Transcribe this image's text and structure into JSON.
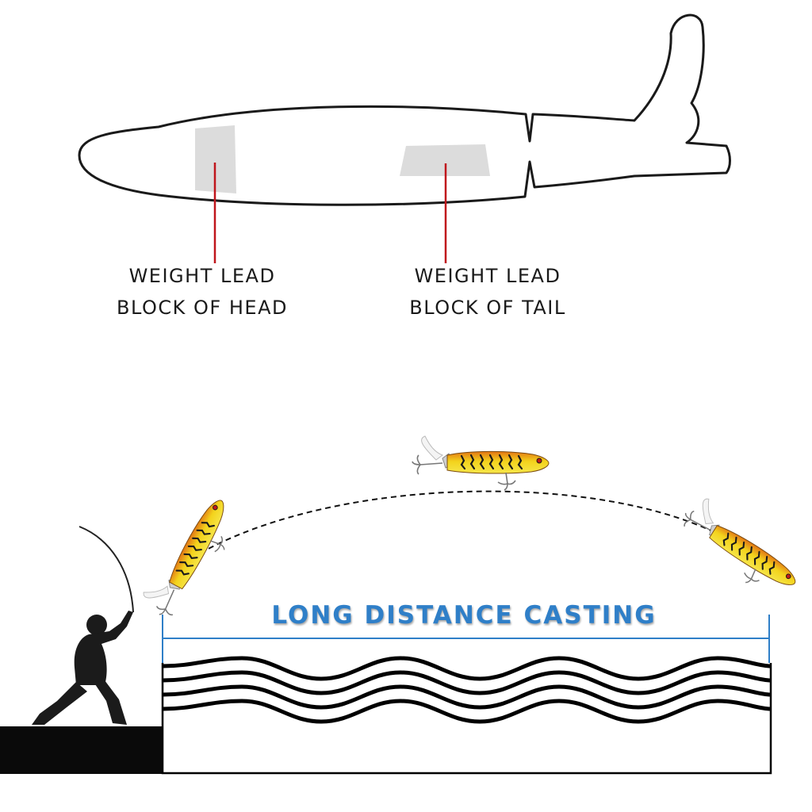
{
  "labels": {
    "head_line1": "WEIGHT LEAD",
    "head_line2": "BLOCK OF HEAD",
    "tail_line1": "WEIGHT LEAD",
    "tail_line2": "BLOCK OF TAIL"
  },
  "casting": {
    "title": "LONG DISTANCE CASTING"
  },
  "colors": {
    "title_blue": "#2f7fc8",
    "pointer_red": "#c0161c",
    "weight_block_gray": "#dcdcdc",
    "lure_yellow": "#f2d21a",
    "lure_orange": "#e0701a",
    "silhouette": "#1b1b1b"
  }
}
